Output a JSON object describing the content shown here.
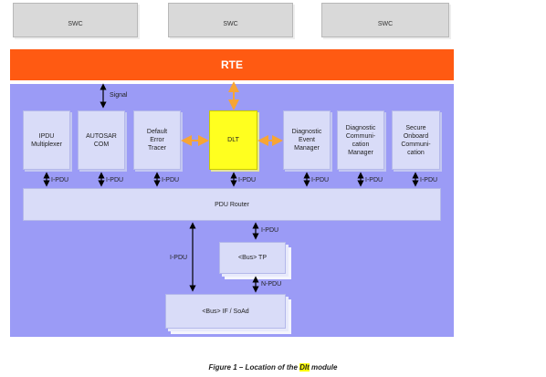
{
  "swc": [
    "SWC",
    "SWC",
    "SWC"
  ],
  "rte": "RTE",
  "modules": {
    "ipdu_multiplexer": "IPDU\nMultiplexer",
    "autosar_com": "AUTOSAR\nCOM",
    "default_error_tracer": "Default\nError\nTracer",
    "dlt": "DLT",
    "diagnostic_event_manager": "Diagnostic\nEvent\nManager",
    "diagnostic_communication_manager": "Diagnostic\nCommuni-\ncation\nManager",
    "secure_onboard_communication": "Secure\nOnboard\nCommuni-\ncation",
    "pdu_router": "PDU Router",
    "bus_tp": "<Bus> TP",
    "bus_if_soad": "<Bus> IF / SoAd"
  },
  "labels": {
    "signal": "Signal",
    "ipdu": "I-PDU",
    "npdu": "N-PDU"
  },
  "caption": {
    "prefix": "Figure 1 – Location of the ",
    "highlight": "Dlt",
    "suffix": " module"
  },
  "colors": {
    "rte": "#ff5a12",
    "bsw_background": "#9b9bf6",
    "module_fill": "#d9dcf8",
    "dlt_fill": "#ffff1f",
    "arrow_orange": "#f7a535",
    "arrow_black": "#000000"
  }
}
